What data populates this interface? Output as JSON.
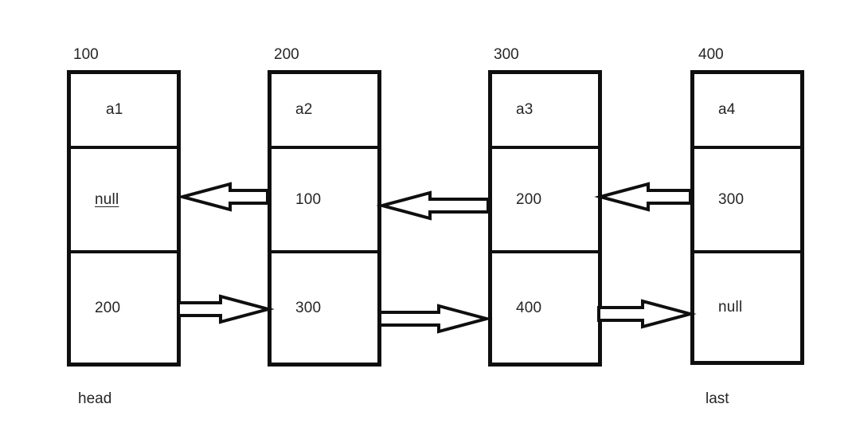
{
  "diagram": {
    "kind": "doubly-linked-list",
    "nodes": [
      {
        "address": "100",
        "data": "a1",
        "prev": "null",
        "next": "200",
        "below_label": "head",
        "prev_underlined": true
      },
      {
        "address": "200",
        "data": "a2",
        "prev": "100",
        "next": "300"
      },
      {
        "address": "300",
        "data": "a3",
        "prev": "200",
        "next": "400"
      },
      {
        "address": "400",
        "data": "a4",
        "prev": "300",
        "next": "null",
        "below_label": "last"
      }
    ],
    "links": {
      "next_pointers": [
        {
          "from": "100",
          "to": "200"
        },
        {
          "from": "200",
          "to": "300"
        },
        {
          "from": "300",
          "to": "400"
        }
      ],
      "prev_pointers": [
        {
          "from": "200",
          "to": "100"
        },
        {
          "from": "300",
          "to": "200"
        },
        {
          "from": "400",
          "to": "300"
        }
      ]
    },
    "colors": {
      "line": "#0f0f0f",
      "background": "#ffffff",
      "text": "#262626"
    }
  }
}
